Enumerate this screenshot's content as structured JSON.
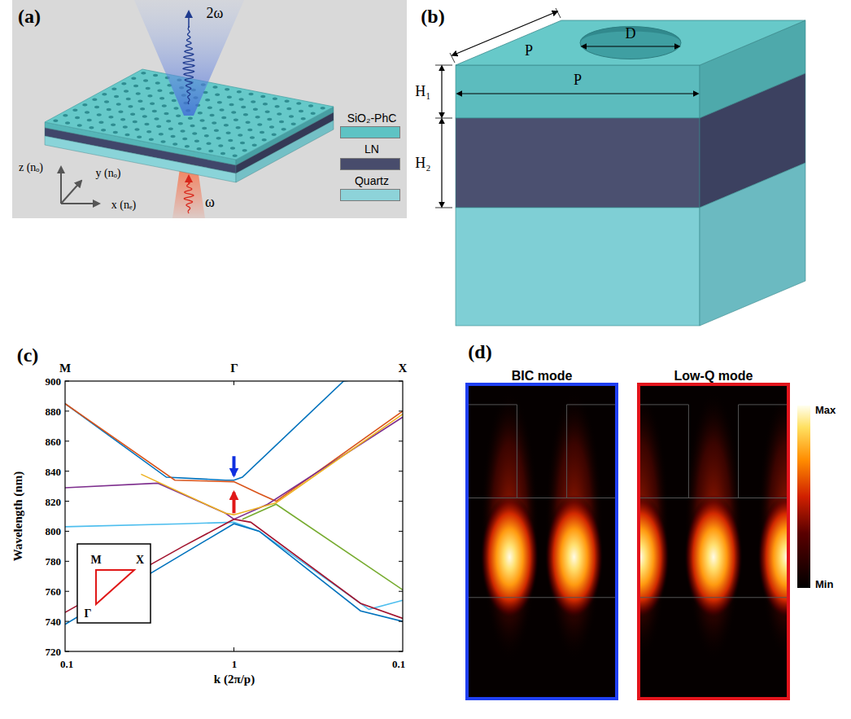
{
  "diagram": {
    "nodes": [
      {
        "text": [
          "BIC mode"
        ]
      },
      {
        "text": [
          "Low-Q mode"
        ]
      }
    ],
    "labels": [
      "(a)",
      "2ω",
      "ω",
      "z (nₒ)",
      "y (nₒ)",
      "x (nₑ)",
      "(b)",
      "H₁",
      "H₂",
      "P",
      "P",
      "D",
      "(c)",
      "M",
      "Γ",
      "X",
      "900",
      "880",
      "860",
      "840",
      "820",
      "800",
      "780",
      "760",
      "740",
      "720",
      "Wavelength (nm)",
      "0.1",
      "1",
      "0.1",
      "k (2π/p)",
      "M",
      "X",
      "Γ",
      "(d)",
      "Max",
      "Min"
    ],
    "legend": [
      {
        "text": "SiO₂-PhC",
        "color": "#5ec3c4"
      },
      {
        "text": "LN",
        "color": "#484c6c"
      },
      {
        "text": "Quartz",
        "color": "#8dd3d9"
      }
    ]
  }
}
